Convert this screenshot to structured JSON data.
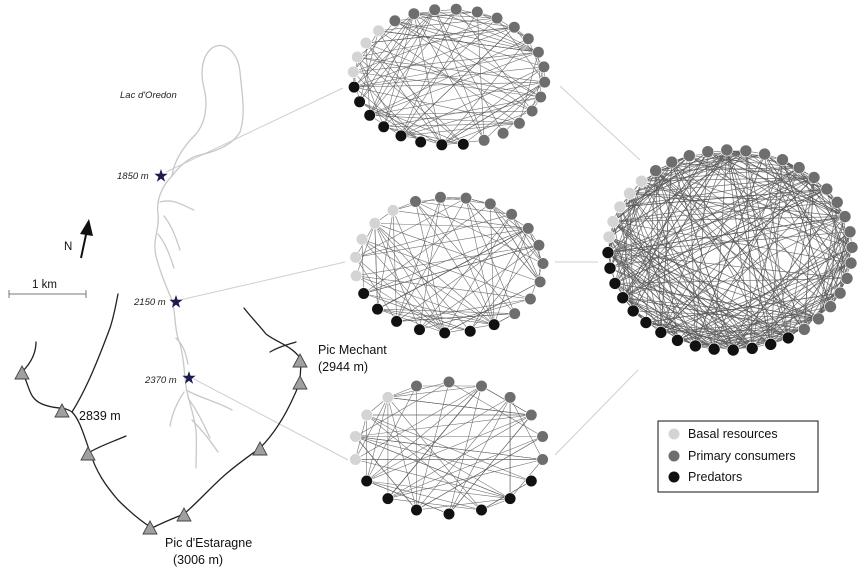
{
  "map": {
    "lake_label": "Lac d'Oredon",
    "north_label": "N",
    "scale_label": "1 km",
    "sites": [
      {
        "label": "1850 m"
      },
      {
        "label": "2150 m"
      },
      {
        "label": "2370 m"
      }
    ],
    "peaks": {
      "mechant_name": "Pic Mechant",
      "mechant_alt": "(2944 m)",
      "spot_height": "2839 m",
      "estaragne_name": "Pic d'Estaragne",
      "estaragne_alt": "(3006 m)"
    }
  },
  "networks": [
    {
      "site": "1850 m",
      "basal": 4,
      "primary": 16,
      "predators": 8
    },
    {
      "site": "2150 m",
      "basal": 5,
      "primary": 11,
      "predators": 7
    },
    {
      "site": "2370 m",
      "basal": 4,
      "primary": 7,
      "predators": 7
    },
    {
      "site": "combined",
      "basal": 5,
      "primary": 21,
      "predators": 14
    }
  ],
  "legend": {
    "items": [
      {
        "label": "Basal resources",
        "color": "#d4d4d4"
      },
      {
        "label": "Primary consumers",
        "color": "#6e6e6e"
      },
      {
        "label": "Predators",
        "color": "#111111"
      }
    ]
  },
  "colors": {
    "stream": "#c8c8c8",
    "ridge": "#222222",
    "peak_fill": "#a0a0a0",
    "site_star": "#1c1c4c",
    "network_edge": "#5a5a5a",
    "connector": "#cccccc"
  }
}
